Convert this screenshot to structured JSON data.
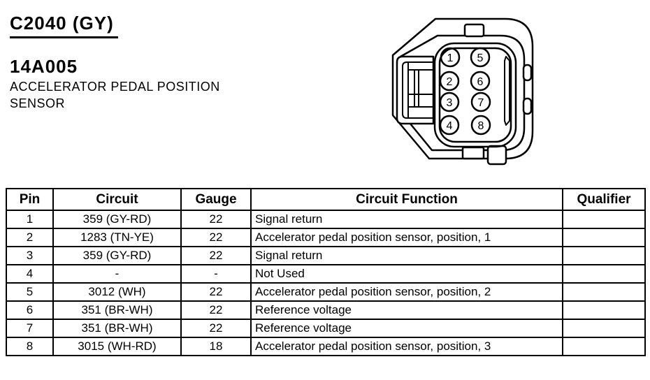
{
  "page": {
    "connector_id": "C2040 (GY)",
    "part_number": "14A005",
    "component_name": "ACCELERATOR PEDAL POSITION SENSOR"
  },
  "connector": {
    "pins": [
      "1",
      "2",
      "3",
      "4",
      "5",
      "6",
      "7",
      "8"
    ]
  },
  "table": {
    "headers": [
      "Pin",
      "Circuit",
      "Gauge",
      "Circuit Function",
      "Qualifier"
    ],
    "rows": [
      [
        "1",
        "359 (GY-RD)",
        "22",
        "Signal return",
        ""
      ],
      [
        "2",
        "1283 (TN-YE)",
        "22",
        "Accelerator pedal position sensor, position, 1",
        ""
      ],
      [
        "3",
        "359 (GY-RD)",
        "22",
        "Signal return",
        ""
      ],
      [
        "4",
        "-",
        "-",
        "Not Used",
        ""
      ],
      [
        "5",
        "3012 (WH)",
        "22",
        "Accelerator pedal position sensor, position, 2",
        ""
      ],
      [
        "6",
        "351 (BR-WH)",
        "22",
        "Reference voltage",
        ""
      ],
      [
        "7",
        "351 (BR-WH)",
        "22",
        "Reference voltage",
        ""
      ],
      [
        "8",
        "3015 (WH-RD)",
        "18",
        "Accelerator pedal position sensor, position, 3",
        ""
      ]
    ]
  },
  "colors": {
    "ink": "#000000",
    "paper": "#ffffff"
  }
}
